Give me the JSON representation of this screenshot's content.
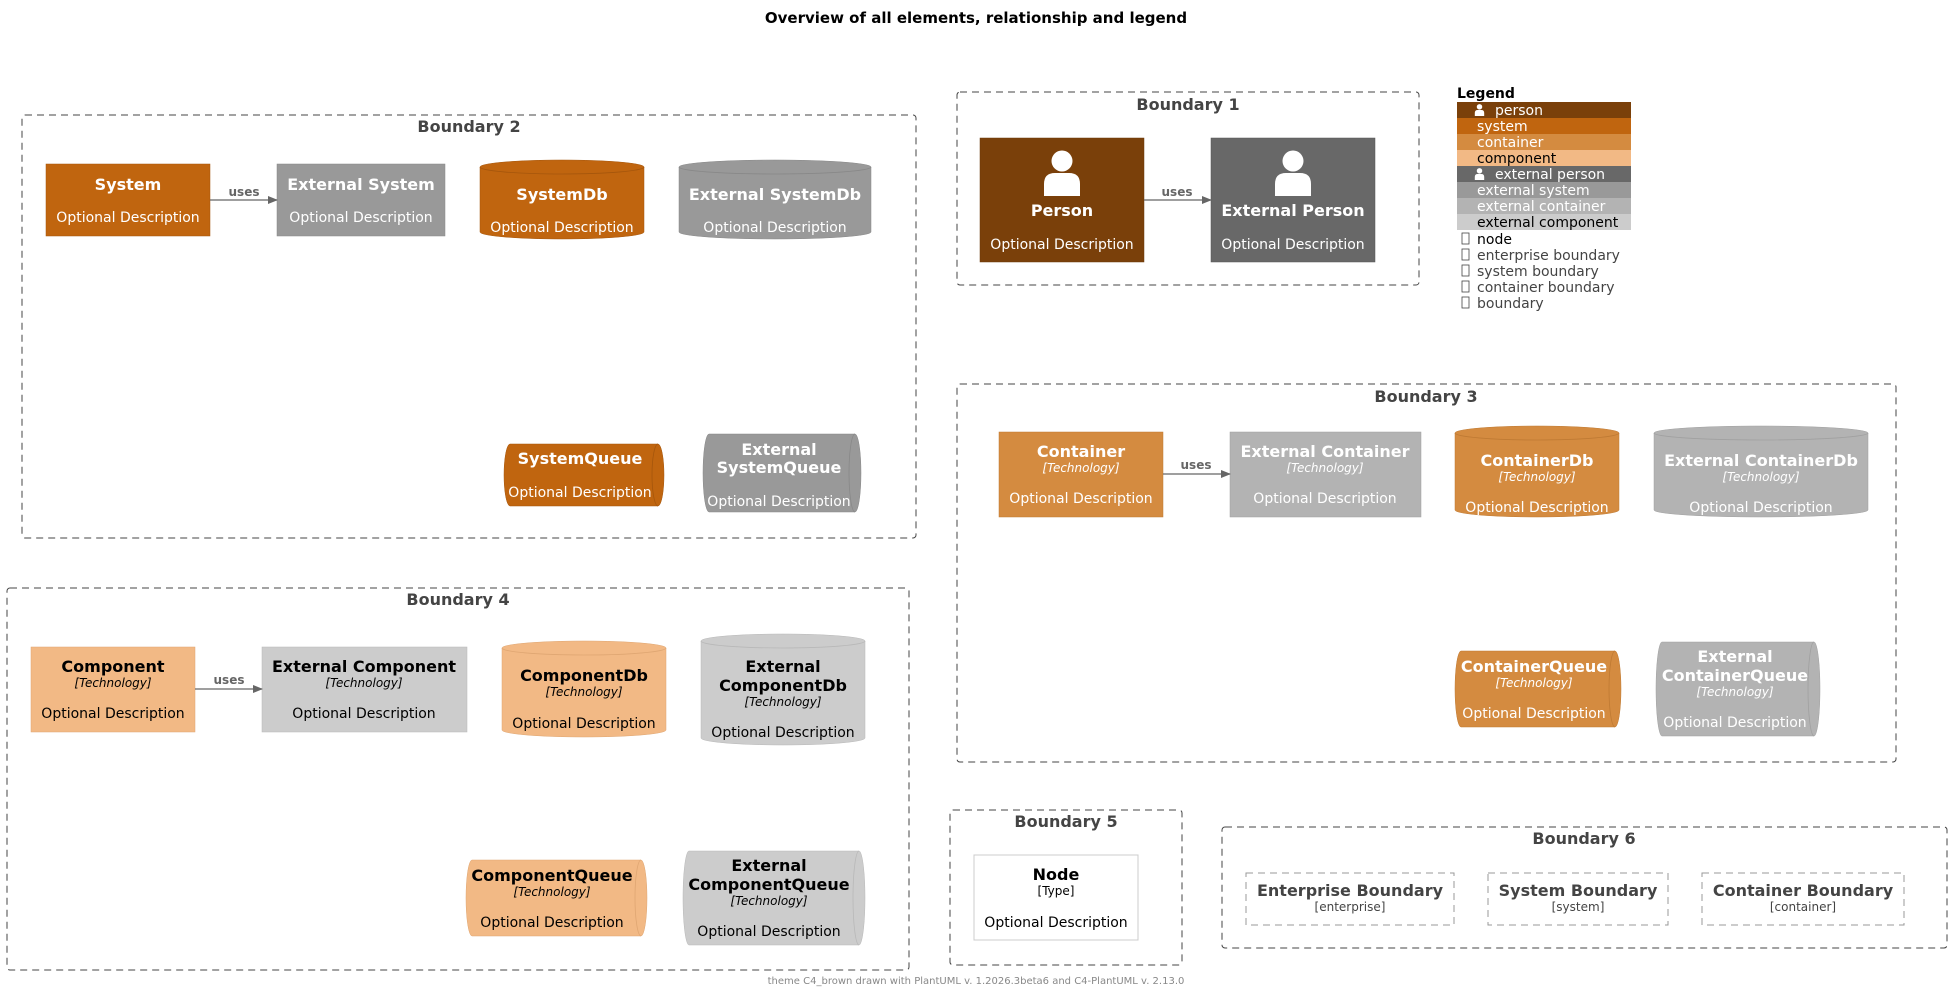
{
  "title": "Overview of all elements, relationship and legend",
  "footer": "theme C4_brown drawn with PlantUML v. 1.2026.3beta6 and C4-PlantUML v. 2.13.0",
  "colors": {
    "person": "#7A400A",
    "system": "#C0650F",
    "container": "#D48B40",
    "component": "#F2B985",
    "external_person": "#686868",
    "external_system": "#999999",
    "external_container": "#B3B3B3",
    "external_component": "#CCCCCC",
    "boundary_stroke": "#444444",
    "relation": "#666666"
  },
  "boundaries": {
    "b1": {
      "label": "Boundary 1"
    },
    "b2": {
      "label": "Boundary 2"
    },
    "b3": {
      "label": "Boundary 3"
    },
    "b4": {
      "label": "Boundary 4"
    },
    "b5": {
      "label": "Boundary 5"
    },
    "b6": {
      "label": "Boundary 6"
    }
  },
  "elements": {
    "person": {
      "name": "Person",
      "desc": "Optional Description",
      "icon": "person-icon"
    },
    "ext_person": {
      "name": "External Person",
      "desc": "Optional Description",
      "icon": "person-icon"
    },
    "system": {
      "name": "System",
      "desc": "Optional Description"
    },
    "ext_system": {
      "name": "External System",
      "desc": "Optional Description"
    },
    "system_db": {
      "name": "SystemDb",
      "desc": "Optional Description"
    },
    "ext_system_db": {
      "name": "External SystemDb",
      "desc": "Optional Description"
    },
    "system_queue": {
      "name": "SystemQueue",
      "desc": "Optional Description"
    },
    "ext_system_queue": {
      "name1": "External",
      "name2": "SystemQueue",
      "desc": "Optional Description"
    },
    "container": {
      "name": "Container",
      "tech": "[Technology]",
      "desc": "Optional Description"
    },
    "ext_container": {
      "name": "External Container",
      "tech": "[Technology]",
      "desc": "Optional Description"
    },
    "container_db": {
      "name": "ContainerDb",
      "tech": "[Technology]",
      "desc": "Optional Description"
    },
    "ext_container_db": {
      "name": "External ContainerDb",
      "tech": "[Technology]",
      "desc": "Optional Description"
    },
    "container_queue": {
      "name": "ContainerQueue",
      "tech": "[Technology]",
      "desc": "Optional Description"
    },
    "ext_container_queue": {
      "name1": "External",
      "name2": "ContainerQueue",
      "tech": "[Technology]",
      "desc": "Optional Description"
    },
    "component": {
      "name": "Component",
      "tech": "[Technology]",
      "desc": "Optional Description"
    },
    "ext_component": {
      "name": "External Component",
      "tech": "[Technology]",
      "desc": "Optional Description"
    },
    "component_db": {
      "name": "ComponentDb",
      "tech": "[Technology]",
      "desc": "Optional Description"
    },
    "ext_component_db": {
      "name1": "External",
      "name2": "ComponentDb",
      "tech": "[Technology]",
      "desc": "Optional Description"
    },
    "component_queue": {
      "name": "ComponentQueue",
      "tech": "[Technology]",
      "desc": "Optional Description"
    },
    "ext_component_queue": {
      "name1": "External",
      "name2": "ComponentQueue",
      "tech": "[Technology]",
      "desc": "Optional Description"
    },
    "node": {
      "name": "Node",
      "type": "[Type]",
      "desc": "Optional Description"
    },
    "enterprise_boundary": {
      "name": "Enterprise Boundary",
      "type": "[enterprise]"
    },
    "system_boundary": {
      "name": "System Boundary",
      "type": "[system]"
    },
    "container_boundary": {
      "name": "Container Boundary",
      "type": "[container]"
    }
  },
  "relations": {
    "r1": {
      "label": "uses"
    },
    "r2": {
      "label": "uses"
    },
    "r3": {
      "label": "uses"
    },
    "r4": {
      "label": "uses"
    }
  },
  "legend": {
    "title": "Legend",
    "items": [
      {
        "label": "person",
        "icon": "person-icon"
      },
      {
        "label": "system"
      },
      {
        "label": "container"
      },
      {
        "label": "component"
      },
      {
        "label": "external person",
        "icon": "person-icon"
      },
      {
        "label": "external system"
      },
      {
        "label": "external container"
      },
      {
        "label": "external component"
      },
      {
        "label": "node",
        "icon": "missing-glyph-icon"
      },
      {
        "label": "enterprise boundary",
        "icon": "missing-glyph-icon"
      },
      {
        "label": "system boundary",
        "icon": "missing-glyph-icon"
      },
      {
        "label": "container boundary",
        "icon": "missing-glyph-icon"
      },
      {
        "label": "boundary",
        "icon": "missing-glyph-icon"
      }
    ]
  }
}
